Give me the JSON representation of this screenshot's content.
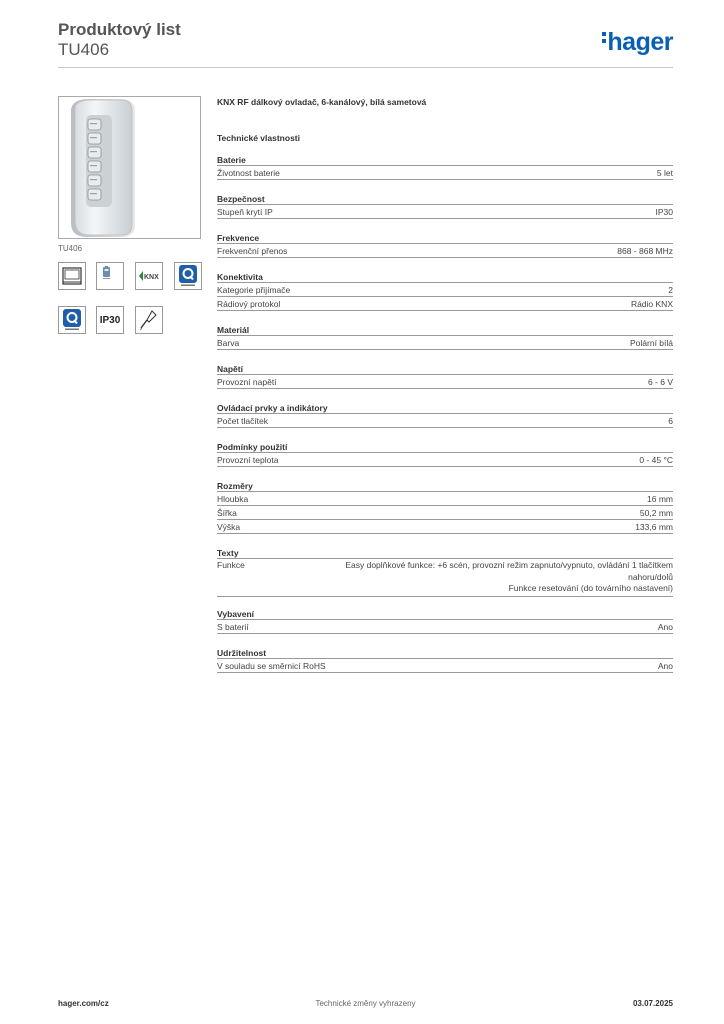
{
  "header": {
    "title": "Produktový list",
    "subtitle": "TU406",
    "logo_text": "hager",
    "brand_color": "#0a5fb4"
  },
  "product": {
    "caption": "TU406",
    "description": "KNX RF dálkový ovladač, 6-kanálový, bílá sametová",
    "icons": [
      {
        "name": "surface-mount-icon"
      },
      {
        "name": "battery-icon"
      },
      {
        "name": "knx-logo-icon"
      },
      {
        "name": "quicklink-icon"
      },
      {
        "name": "quicklink-icon"
      },
      {
        "name": "ip-rating-icon",
        "label": "IP30"
      },
      {
        "name": "screwdriver-icon"
      }
    ]
  },
  "specs": {
    "heading": "Technické vlastnosti",
    "sections": [
      {
        "title": "Baterie",
        "rows": [
          {
            "label": "Životnost baterie",
            "value": "5 let"
          }
        ]
      },
      {
        "title": "Bezpečnost",
        "rows": [
          {
            "label": "Stupeň krytí IP",
            "value": "IP30"
          }
        ]
      },
      {
        "title": "Frekvence",
        "rows": [
          {
            "label": "Frekvenční přenos",
            "value": "868 - 868 MHz"
          }
        ]
      },
      {
        "title": "Konektivita",
        "rows": [
          {
            "label": "Kategorie přijímače",
            "value": "2"
          },
          {
            "label": "Rádiový protokol",
            "value": "Rádio KNX"
          }
        ]
      },
      {
        "title": "Materiál",
        "rows": [
          {
            "label": "Barva",
            "value": "Polární bílá"
          }
        ]
      },
      {
        "title": "Napětí",
        "rows": [
          {
            "label": "Provozní napětí",
            "value": "6 - 6 V"
          }
        ]
      },
      {
        "title": "Ovládací prvky a indikátory",
        "rows": [
          {
            "label": "Počet tlačítek",
            "value": "6"
          }
        ]
      },
      {
        "title": "Podmínky použití",
        "rows": [
          {
            "label": "Provozní teplota",
            "value": "0 - 45 °C"
          }
        ]
      },
      {
        "title": "Rozměry",
        "rows": [
          {
            "label": "Hloubka",
            "value": "16 mm"
          },
          {
            "label": "Šířka",
            "value": "50,2 mm"
          },
          {
            "label": "Výška",
            "value": "133,6 mm"
          }
        ]
      },
      {
        "title": "Texty",
        "rows": [
          {
            "label": "Funkce",
            "value_line1": "Easy doplňkové funkce: +6 scén, provozní režim zapnuto/vypnuto, ovládání 1 tlačítkem",
            "value_line2": "nahoru/dolů",
            "value_line3": "Funkce resetování (do továrního nastavení)"
          }
        ]
      },
      {
        "title": "Vybavení",
        "rows": [
          {
            "label": "S baterií",
            "value": "Ano"
          }
        ]
      },
      {
        "title": "Udržitelnost",
        "rows": [
          {
            "label": "V souladu se směrnicí RoHS",
            "value": "Ano"
          }
        ]
      }
    ]
  },
  "footer": {
    "website": "hager.com/cz",
    "notice": "Technické změny vyhrazeny",
    "date": "03.07.2025"
  }
}
